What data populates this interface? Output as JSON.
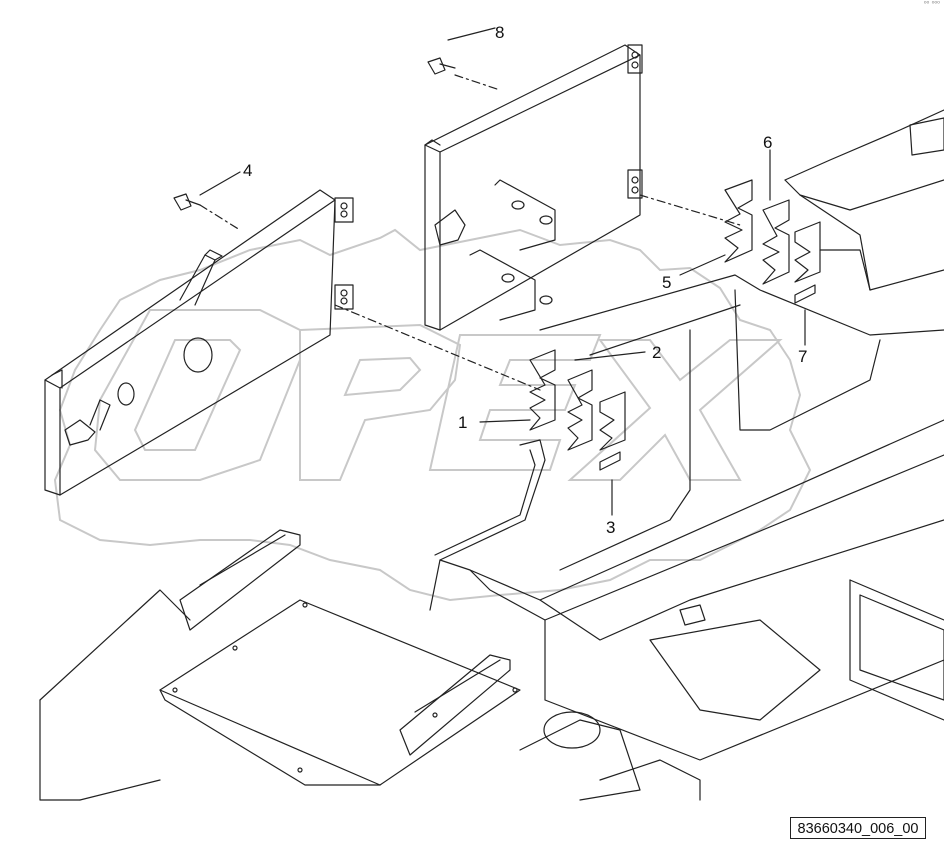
{
  "diagram": {
    "drawing_code": "83660340_006_00",
    "watermark_text": "OPEX",
    "corner_mark": "⁰⁰ ⁰⁰⁰",
    "callouts": [
      {
        "id": "1",
        "label": "1"
      },
      {
        "id": "2",
        "label": "2"
      },
      {
        "id": "3",
        "label": "3"
      },
      {
        "id": "4",
        "label": "4"
      },
      {
        "id": "5",
        "label": "5"
      },
      {
        "id": "6",
        "label": "6"
      },
      {
        "id": "7",
        "label": "7"
      },
      {
        "id": "8",
        "label": "8"
      }
    ]
  },
  "colors": {
    "line": "#222222",
    "watermark": "#c8c8c8",
    "background": "#ffffff"
  }
}
